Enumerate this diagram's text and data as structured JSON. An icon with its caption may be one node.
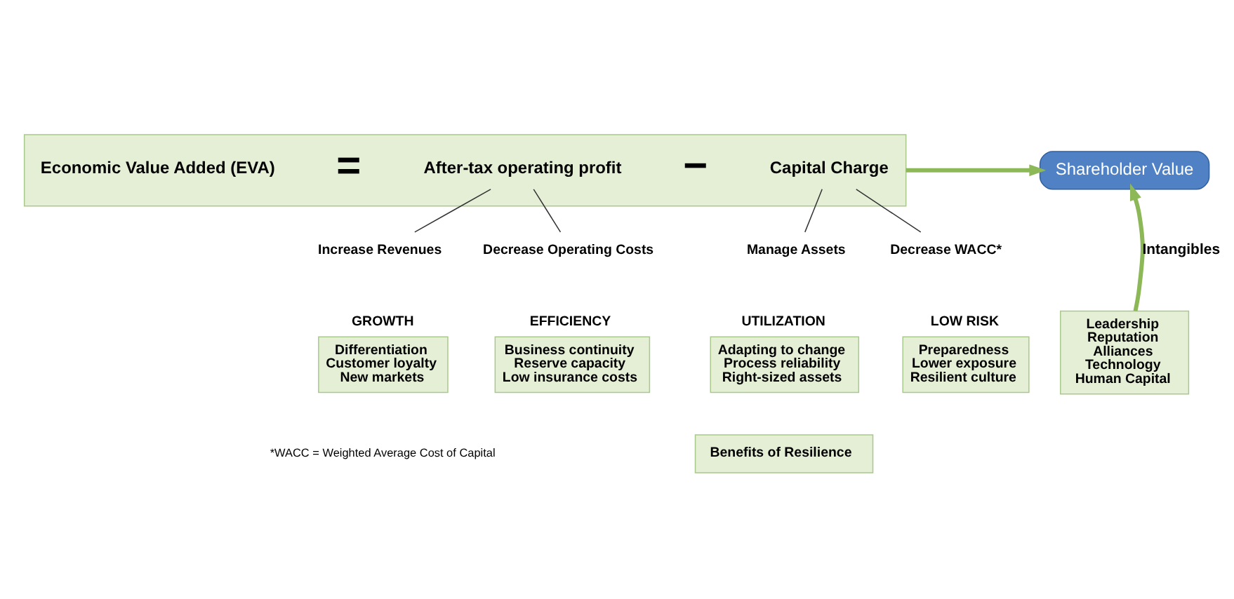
{
  "diagram": {
    "nodes": [
      {
        "text": [],
        "shape": "box"
      },
      {
        "text": [
          "Economic Value Added (EVA)"
        ],
        "in": 0
      },
      {
        "text": [
          "After-tax operating profit"
        ],
        "in": 0
      },
      {
        "text": [
          "Capital Charge"
        ],
        "in": 0
      },
      {
        "text": [
          "Shareholder Value"
        ]
      },
      {
        "text": [
          "Increase Revenues"
        ]
      },
      {
        "text": [
          "Decrease Operating Costs"
        ]
      },
      {
        "text": [
          "Manage Assets"
        ]
      },
      {
        "text": [
          "Decrease WACC*"
        ]
      },
      {
        "text": [
          "Differentiation",
          "Customer loyalty",
          "New markets"
        ],
        "beside": [
          "GROWTH"
        ]
      },
      {
        "text": [
          "Business continuity",
          "Reserve capacity",
          "Low insurance costs"
        ],
        "beside": [
          "EFFICIENCY"
        ]
      },
      {
        "text": [
          "Adapting to change",
          "Process reliability",
          "Right-sized assets"
        ],
        "beside": [
          "UTILIZATION"
        ]
      },
      {
        "text": [
          "Preparedness",
          "Lower exposure",
          "Resilient culture"
        ],
        "beside": [
          "LOW RISK"
        ]
      },
      {
        "text": [
          "Leadership",
          "Reputation",
          "Alliances",
          "Technology",
          "Human Capital"
        ]
      },
      {
        "text": [
          "Benefits of Resilience"
        ]
      }
    ],
    "edges": [
      {
        "from": 0,
        "to": 4,
        "arrow": "to",
        "style": "thick",
        "color": "#8db858"
      },
      {
        "from": 13,
        "to": 4,
        "arrow": "to",
        "label": "Intangibles",
        "style": "thick",
        "color": "#8db858"
      },
      {
        "from": 2,
        "to": 5,
        "arrow": "none"
      },
      {
        "from": 2,
        "to": 6,
        "arrow": "none"
      },
      {
        "from": 3,
        "to": 7,
        "arrow": "none"
      },
      {
        "from": 3,
        "to": 8,
        "arrow": "none"
      }
    ],
    "labels": [
      "=",
      "−",
      "*WACC = Weighted Average Cost of Capital"
    ]
  }
}
